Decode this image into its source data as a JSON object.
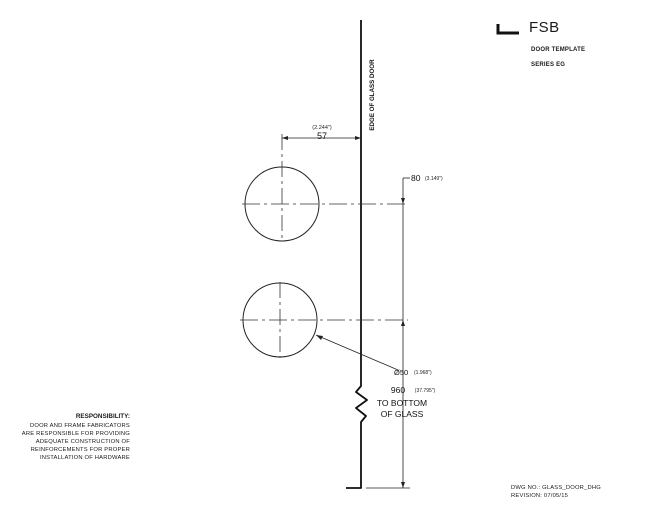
{
  "title_block": {
    "brand": "FSB",
    "doc_title": "DOOR TEMPLATE",
    "series": "SERIES EG"
  },
  "edge_label": "EDGE OF GLASS DOOR",
  "dimensions": {
    "offset_in": "(2.244\")",
    "offset_mm": "57",
    "spacing_mm": "80",
    "spacing_in": "(3.149\")",
    "diameter_mm": "Ø50",
    "diameter_in": "(1.968\")",
    "height_mm": "960",
    "height_in": "(37.795\")",
    "height_note_1": "TO BOTTOM",
    "height_note_2": "OF GLASS"
  },
  "responsibility": {
    "title": "RESPONSIBILITY:",
    "lines": [
      "DOOR AND FRAME FABRICATORS",
      "ARE RESPONSIBLE FOR PROVIDING",
      "ADEQUATE CONSTRUCTION OF",
      "REINFORCEMENTS FOR PROPER",
      "INSTALLATION OF HARDWARE"
    ]
  },
  "drawing_info": {
    "dwg_no": "DWG NO.: GLASS_DOOR_DHG",
    "revision": "REVISION: 07/05/15"
  }
}
